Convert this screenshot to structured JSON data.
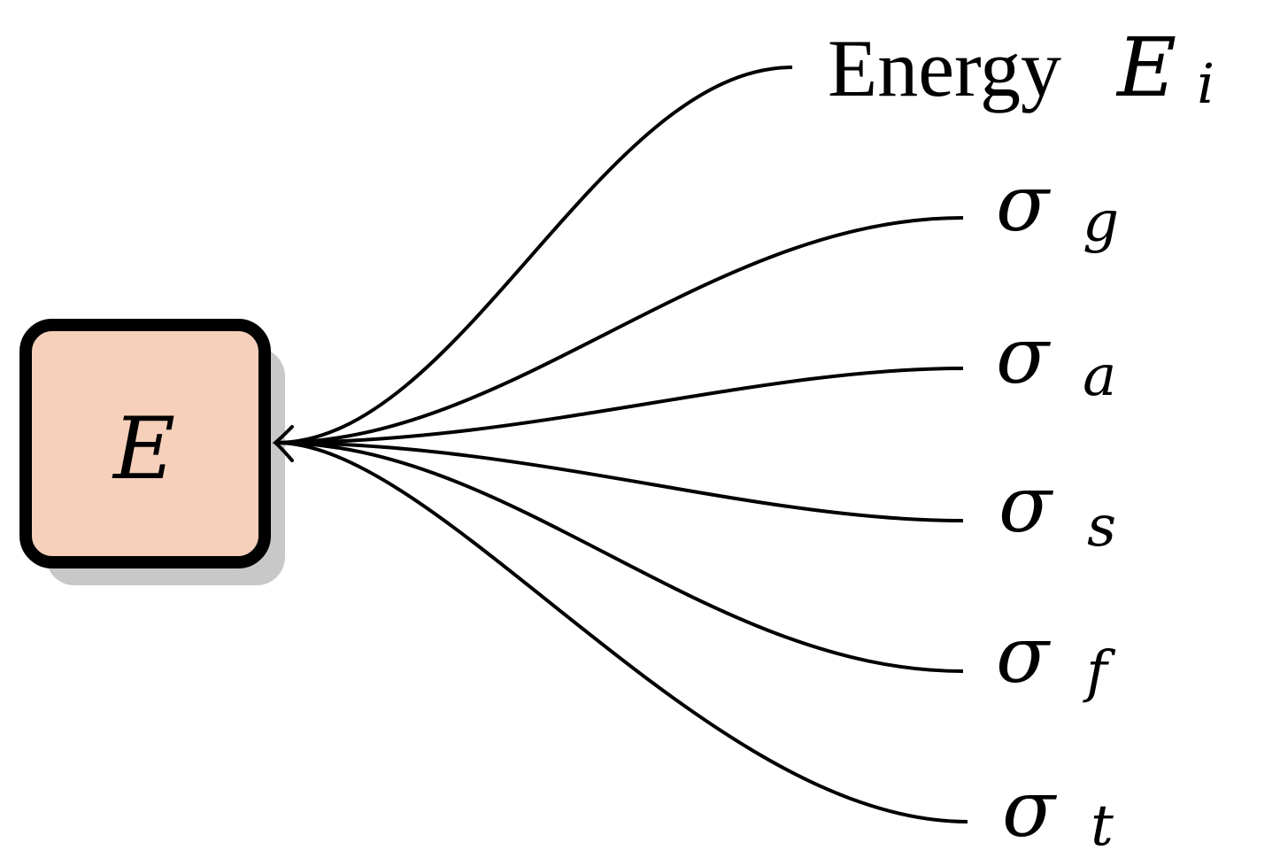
{
  "node": {
    "label": "E",
    "fill_color": "#F6D0BA",
    "border_color": "#000000",
    "shadow_color": "#C8C8C8"
  },
  "edges": [
    {
      "label_text": "Energy",
      "label_var": "E",
      "label_sub": "i"
    },
    {
      "label_var": "σ",
      "label_sub": "g"
    },
    {
      "label_var": "σ",
      "label_sub": "a"
    },
    {
      "label_var": "σ",
      "label_sub": "s"
    },
    {
      "label_var": "σ",
      "label_sub": "f"
    },
    {
      "label_var": "σ",
      "label_sub": "t"
    }
  ]
}
